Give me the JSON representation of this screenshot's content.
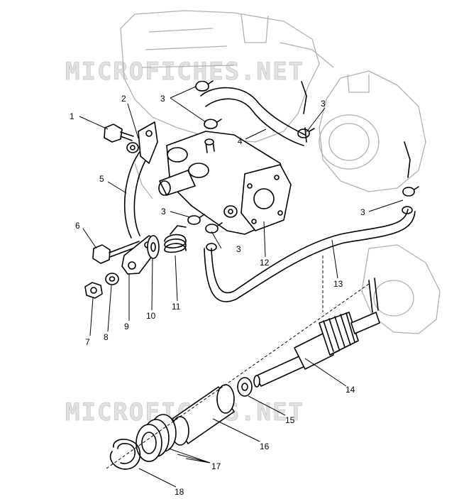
{
  "watermark": "MICROFICHES.NET",
  "callouts": [
    {
      "id": "c1",
      "label": "1"
    },
    {
      "id": "c2",
      "label": "2"
    },
    {
      "id": "c3a",
      "label": "3"
    },
    {
      "id": "c3b",
      "label": "3"
    },
    {
      "id": "c3c",
      "label": "3"
    },
    {
      "id": "c3d",
      "label": "3"
    },
    {
      "id": "c3e",
      "label": "3"
    },
    {
      "id": "c4",
      "label": "4"
    },
    {
      "id": "c5",
      "label": "5"
    },
    {
      "id": "c6",
      "label": "6"
    },
    {
      "id": "c7",
      "label": "7"
    },
    {
      "id": "c8",
      "label": "8"
    },
    {
      "id": "c9",
      "label": "9"
    },
    {
      "id": "c10",
      "label": "10"
    },
    {
      "id": "c11",
      "label": "11"
    },
    {
      "id": "c12",
      "label": "12"
    },
    {
      "id": "c13",
      "label": "13"
    },
    {
      "id": "c14",
      "label": "14"
    },
    {
      "id": "c15",
      "label": "15"
    },
    {
      "id": "c16",
      "label": "16"
    },
    {
      "id": "c17",
      "label": "17"
    },
    {
      "id": "c18",
      "label": "18"
    }
  ]
}
